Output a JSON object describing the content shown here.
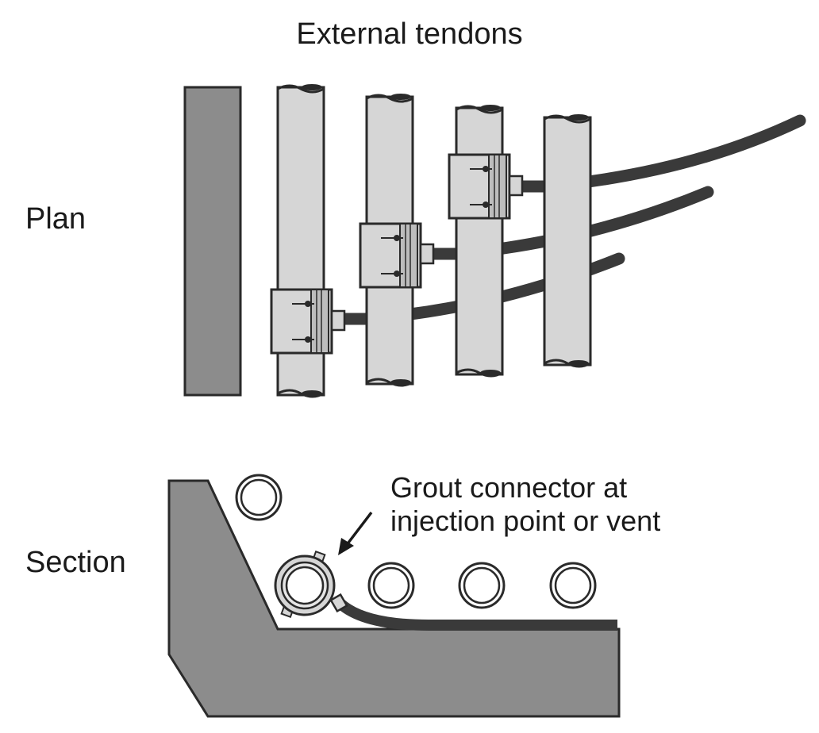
{
  "diagram": {
    "title": "External tendons",
    "views": {
      "plan": "Plan",
      "section": "Section"
    },
    "annotation": {
      "line1": "Grout connector at",
      "line2": "injection point or vent"
    },
    "colors": {
      "concrete": "#8c8c8c",
      "duct": "#d6d6d6",
      "hose": "#3a3a3a",
      "outline": "#2a2a2a"
    }
  }
}
